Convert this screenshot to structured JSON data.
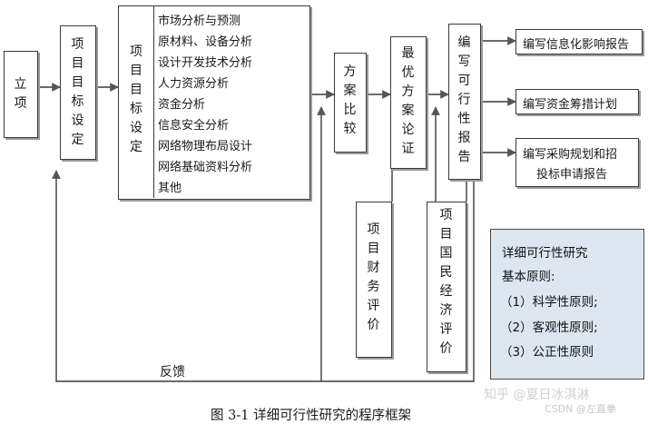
{
  "boxes": {
    "start": "立项",
    "goal_setting": "项目目标设定",
    "goal_setting_2": "项目目标设定",
    "plan_compare": "方案比较",
    "optimal_plan": "最优方案论证",
    "write_report": "编写可行性报告",
    "financial_eval": "项目财务评价",
    "economic_eval": "项目国民经济评价"
  },
  "analysis_list": [
    "市场分析与预测",
    "原材料、设备分析",
    "设计开发技术分析",
    "人力资源分析",
    "资金分析",
    "信息安全分析",
    "网络物理布局设计",
    "网络基础资料分析",
    "其他"
  ],
  "outputs": [
    "编写信息化影响报告",
    "编写资金筹措计划",
    "编写采购规划和招",
    "投标申请报告"
  ],
  "feedback_label": "反馈",
  "principles": {
    "title": "详细可行性研究",
    "subtitle": "基本原则:",
    "items": [
      "（1）科学性原则;",
      "（2）客观性原则;",
      "（3）公正性原则"
    ]
  },
  "caption": "图 3-1    详细可行性研究的程序框架",
  "watermark": "知乎 @夏日冰淇淋",
  "watermark_csdn": "CSDN @左直拳",
  "colors": {
    "principles_bg": "#dce6f1",
    "line": "#3a3a3a"
  }
}
